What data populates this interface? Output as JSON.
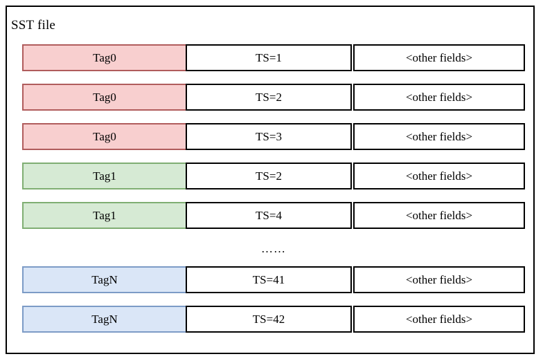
{
  "diagram": {
    "title": "SST file",
    "columns": [
      "tag",
      "timestamp",
      "other"
    ],
    "rows": [
      {
        "tag": "Tag0",
        "ts": "TS=1",
        "other": "<other fields>",
        "color": "pink"
      },
      {
        "tag": "Tag0",
        "ts": "TS=2",
        "other": "<other fields>",
        "color": "pink"
      },
      {
        "tag": "Tag0",
        "ts": "TS=3",
        "other": "<other fields>",
        "color": "pink"
      },
      {
        "tag": "Tag1",
        "ts": "TS=2",
        "other": "<other fields>",
        "color": "green"
      },
      {
        "tag": "Tag1",
        "ts": "TS=4",
        "other": "<other fields>",
        "color": "green"
      },
      {
        "tag": "TagN",
        "ts": "TS=41",
        "other": "<other fields>",
        "color": "blue"
      },
      {
        "tag": "TagN",
        "ts": "TS=42",
        "other": "<other fields>",
        "color": "blue"
      }
    ],
    "ellipsis": "……",
    "ellipsis_after_row_index": 4,
    "colors": {
      "pink_fill": "#F8CFCF",
      "pink_border": "#B05C5C",
      "green_fill": "#D6EAD4",
      "green_border": "#7FAE72",
      "blue_fill": "#DAE6F7",
      "blue_border": "#7C9BC6",
      "cell_border": "#000000",
      "frame_border": "#000000",
      "background": "#FFFFFF"
    }
  }
}
